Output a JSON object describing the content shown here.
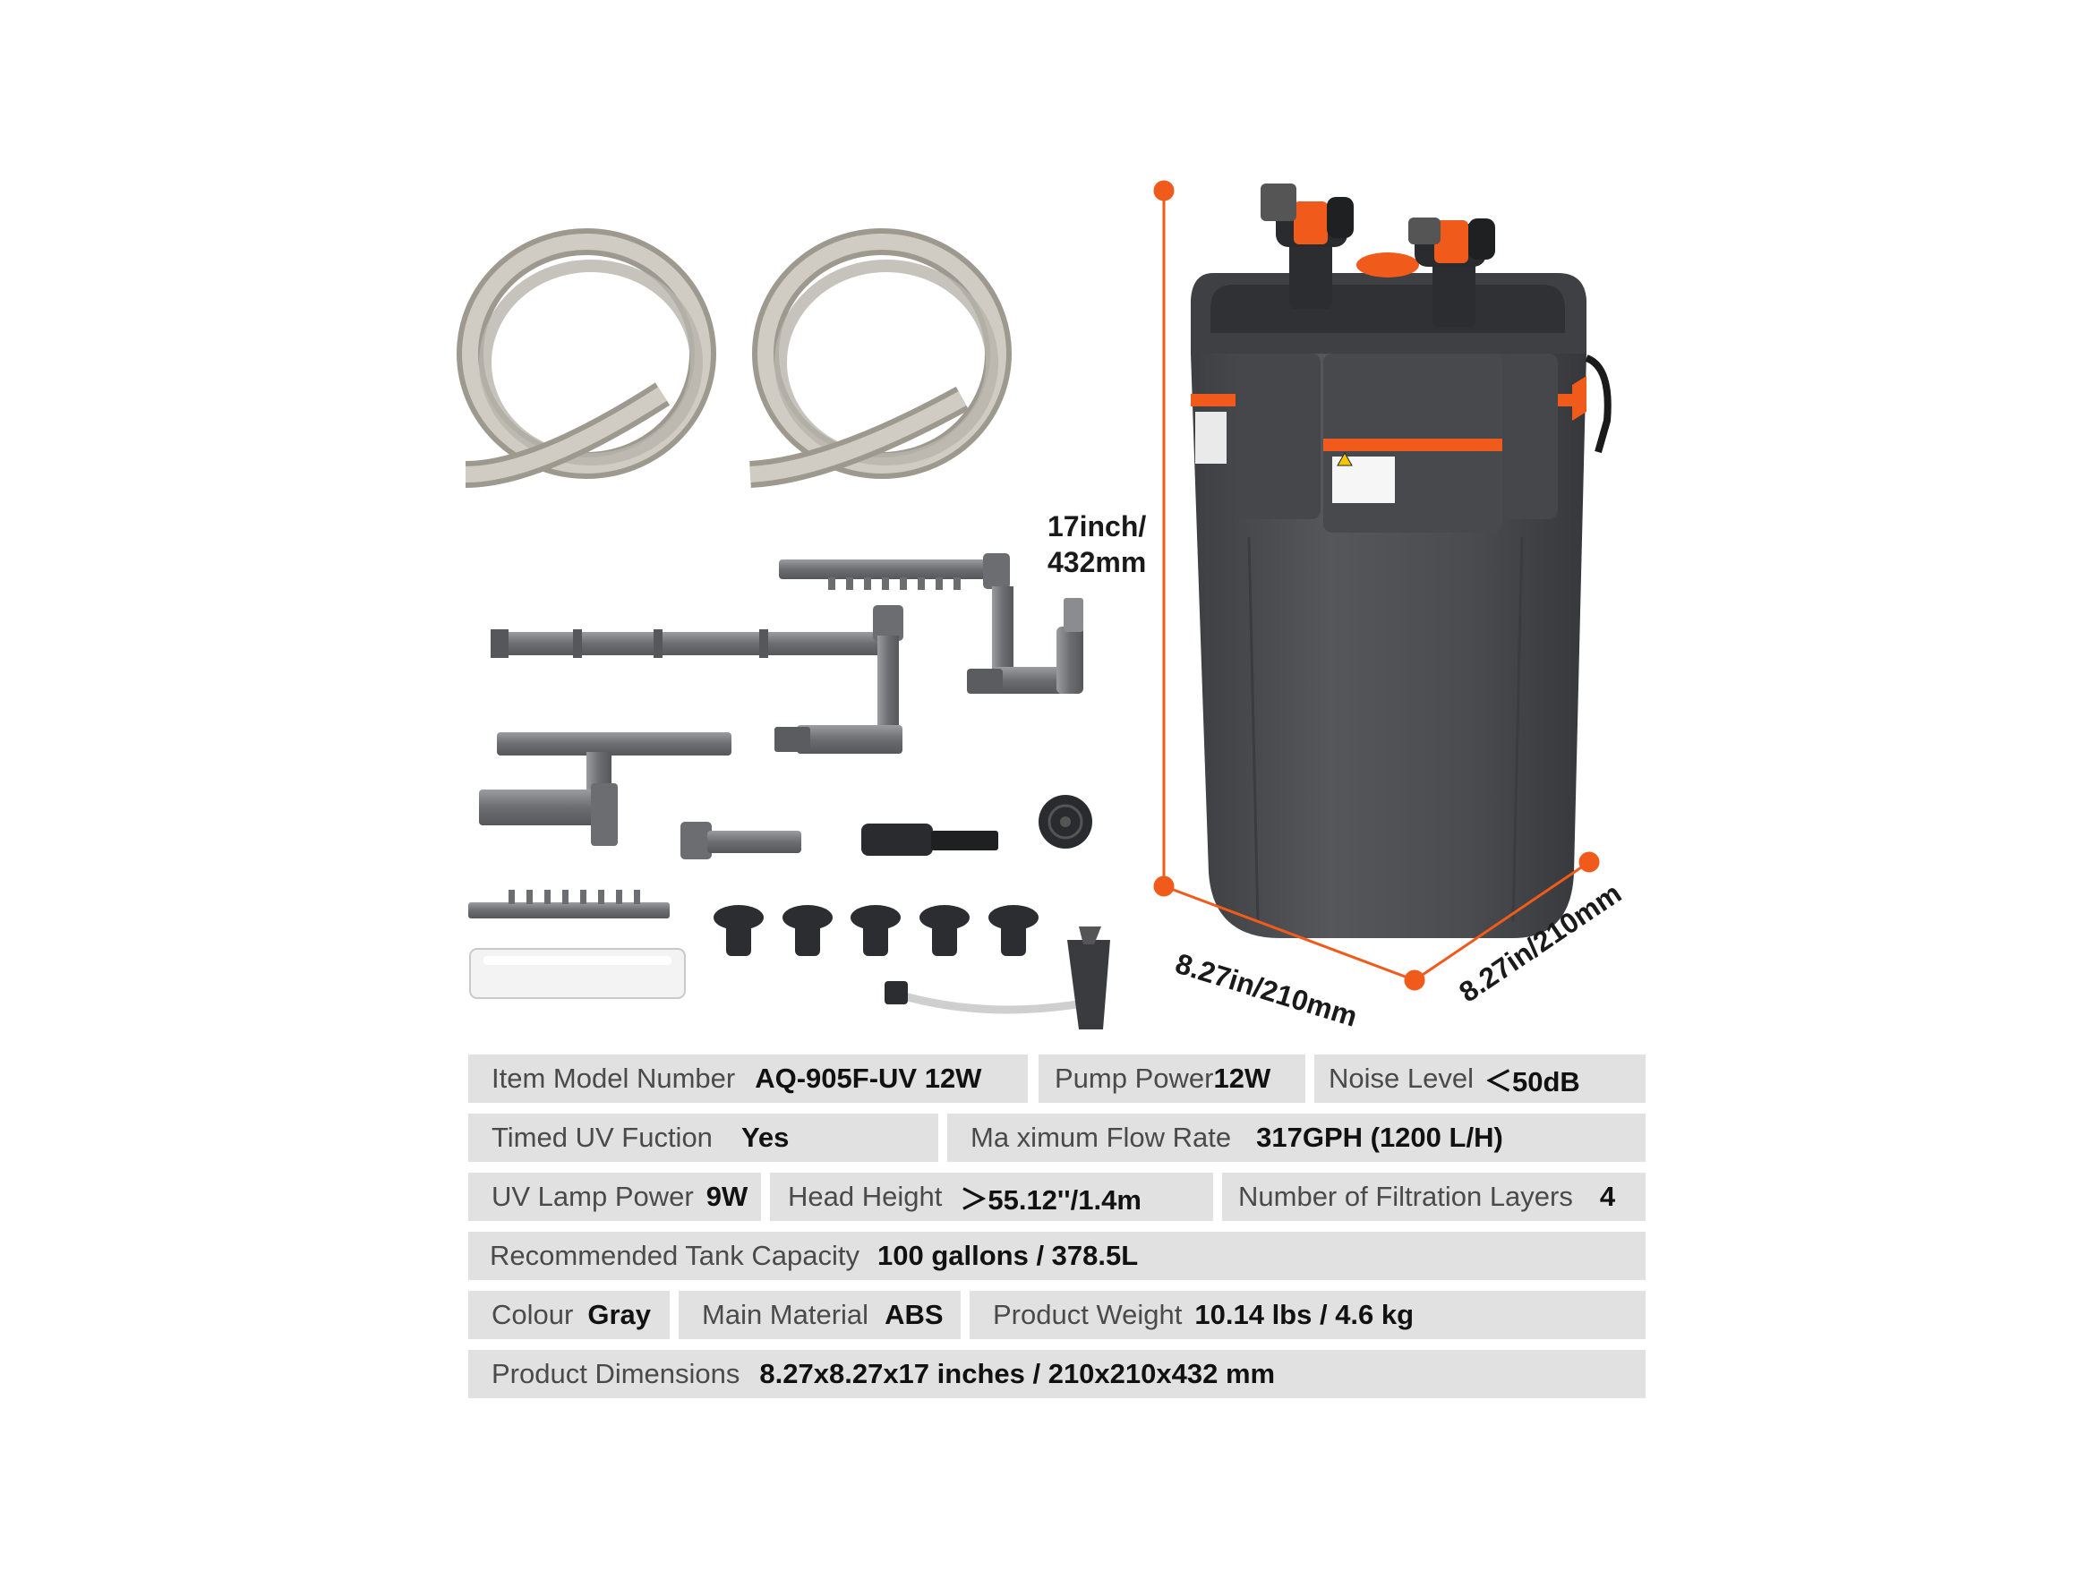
{
  "dimensions": {
    "height_line1": "17inch/",
    "height_line2": "432mm",
    "width_left": "8.27in/210mm",
    "width_right": "8.27in/210mm"
  },
  "specs": {
    "item_model_number": {
      "label": "Item Model Number",
      "value": "AQ-905F-UV 12W"
    },
    "pump_power": {
      "label": "Pump Power",
      "value": "12W"
    },
    "noise_level": {
      "label": "Noise Level",
      "value": "＜50dB"
    },
    "timed_uv": {
      "label": "Timed UV Fuction",
      "value": "Yes"
    },
    "max_flow": {
      "label": "Ma ximum Flow Rate",
      "value": "317GPH (1200 L/H)"
    },
    "uv_lamp_power": {
      "label": "UV Lamp Power",
      "value": "9W"
    },
    "head_height": {
      "label": "Head Height",
      "value": "＞55.12''/1.4m"
    },
    "filtration_layers": {
      "label": "Number of Filtration Layers",
      "value": "4"
    },
    "tank_capacity": {
      "label": "Recommended Tank Capacity",
      "value": "100 gallons / 378.5L"
    },
    "colour": {
      "label": "Colour",
      "value": "Gray"
    },
    "main_material": {
      "label": "Main Material",
      "value": "ABS"
    },
    "product_weight": {
      "label": "Product Weight",
      "value": "10.14 lbs / 4.6 kg"
    },
    "product_dimensions": {
      "label": "Product Dimensions",
      "value": "8.27x8.27x17 inches / 210x210x432 mm"
    }
  },
  "colors": {
    "accent_orange": "#f05a1a",
    "canister_gray": "#4b4d51",
    "canister_dark": "#3a3c40",
    "spec_bg": "#e1e1e1",
    "tube_gray": "#b7b3aa",
    "pipe_gray": "#77797d"
  },
  "icons": {
    "warning_label": "warning-triangle-icon"
  }
}
